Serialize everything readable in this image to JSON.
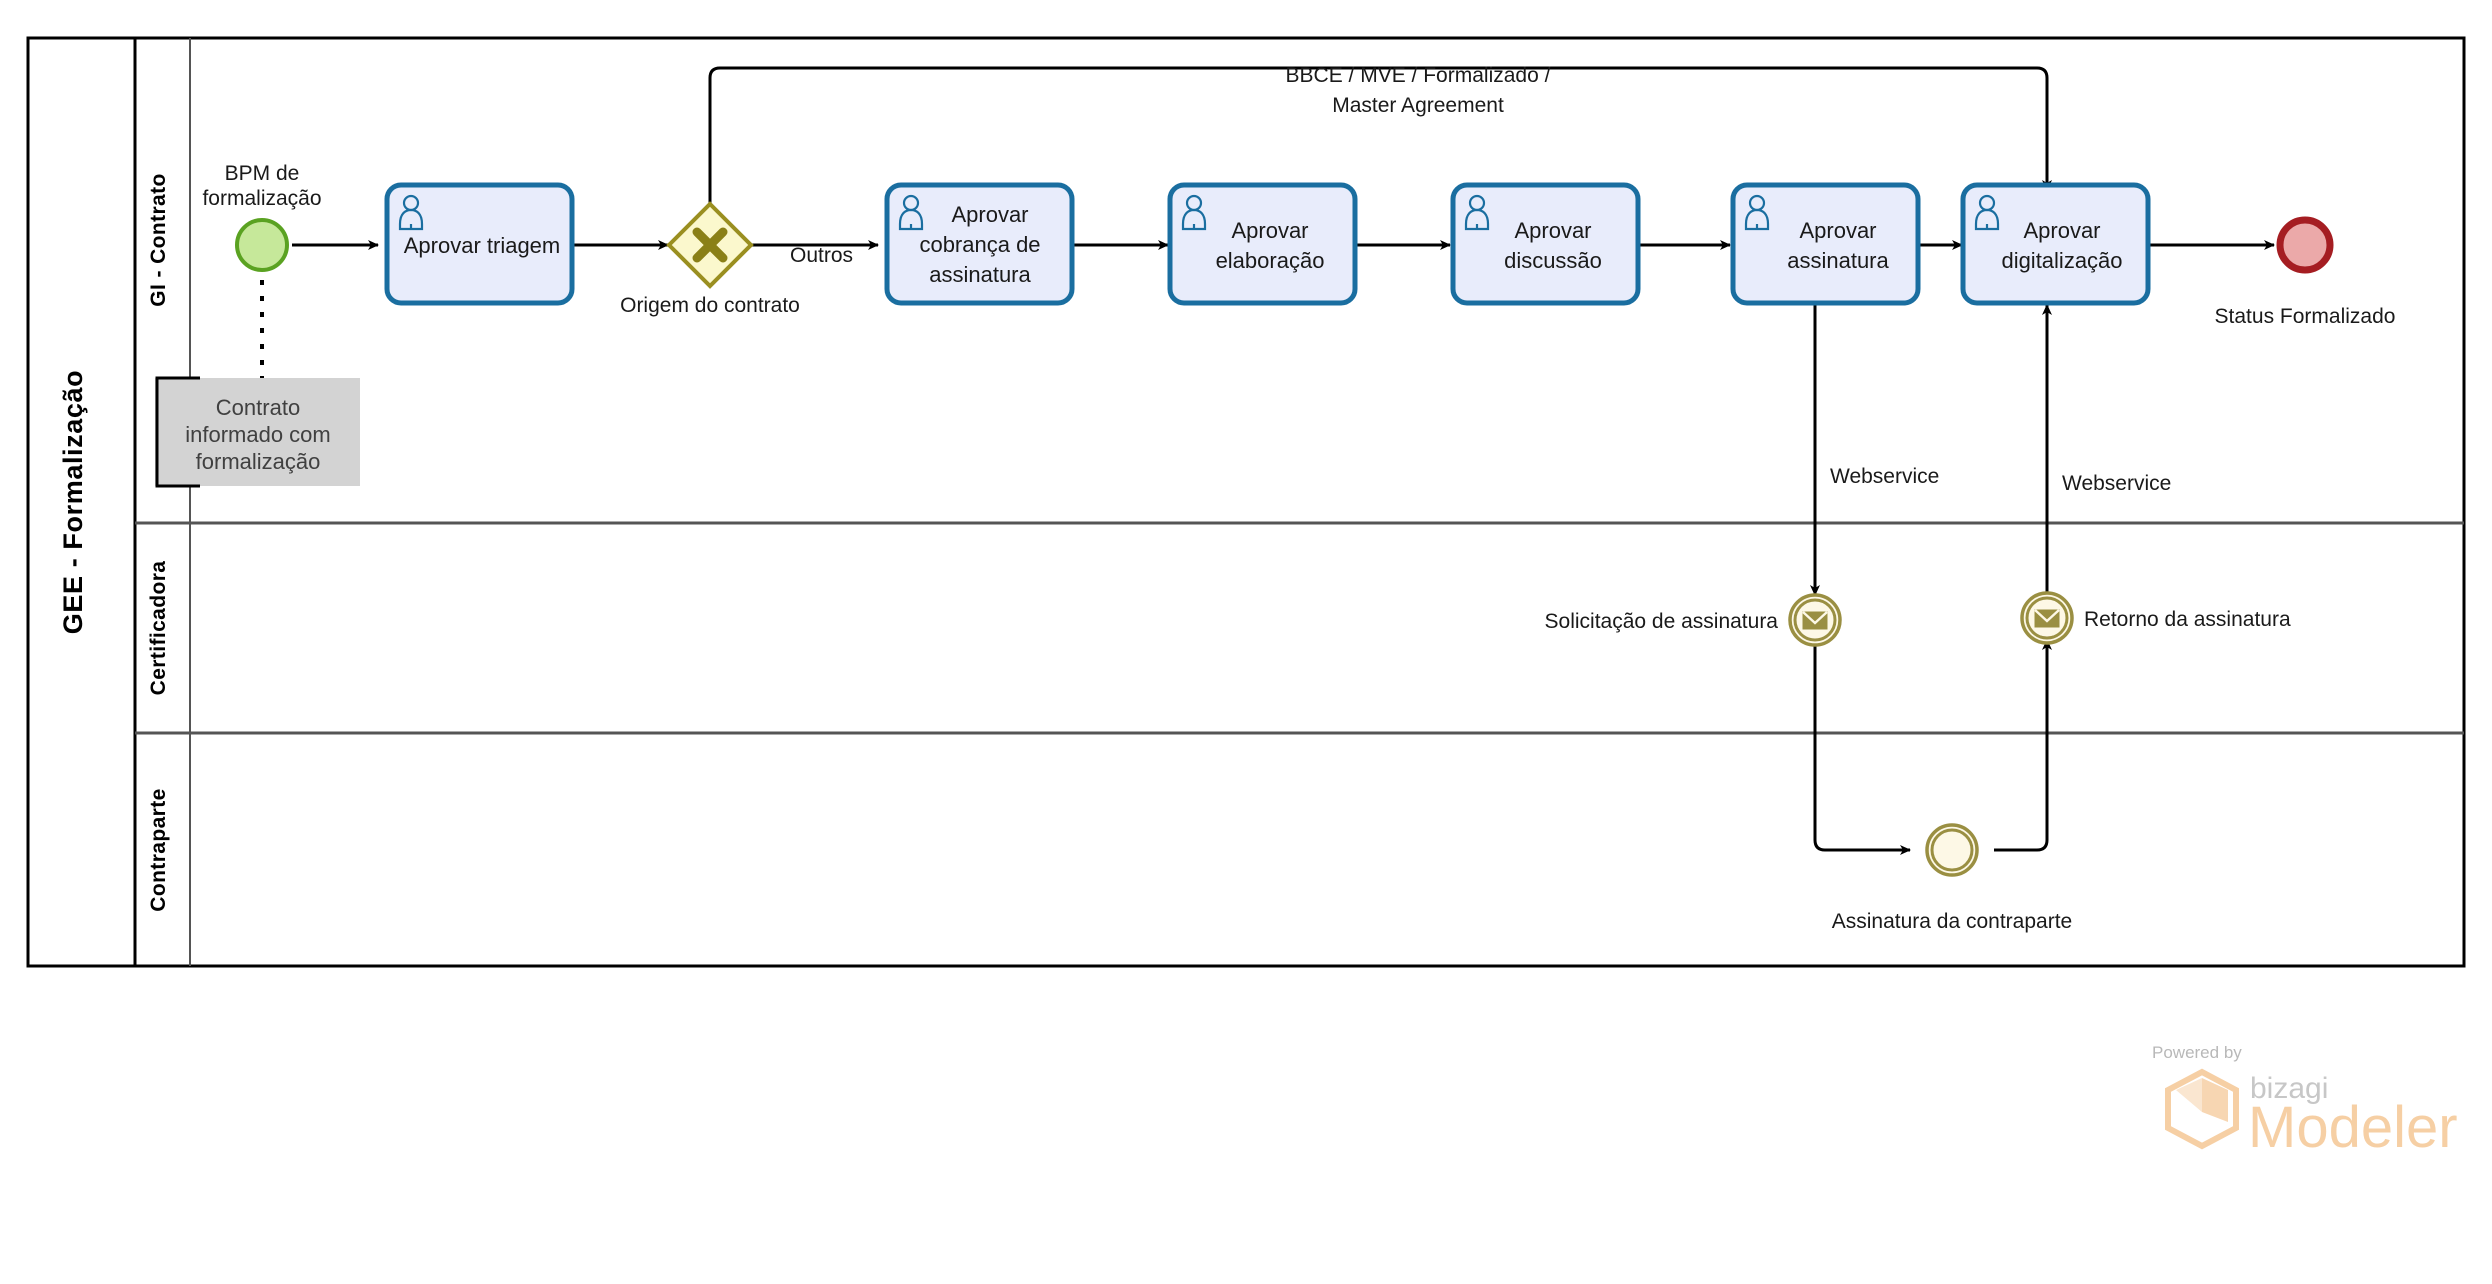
{
  "pool": {
    "title": "GEE - Formalização",
    "lanes": [
      {
        "id": "lane-gi-contrato",
        "label": "GI - Contrato"
      },
      {
        "id": "lane-certificadora",
        "label": "Certificadora"
      },
      {
        "id": "lane-contraparte",
        "label": "Contraparte"
      }
    ]
  },
  "events": {
    "start": {
      "label": "BPM de\nformalização",
      "label_line1": "BPM de",
      "label_line2": "formalização",
      "icon": "start-event-circle",
      "fill": "#c6e89a",
      "stroke": "#5aa221"
    },
    "end": {
      "label": "Status Formalizado",
      "icon": "end-event-circle",
      "fill": "#eba9a9",
      "stroke": "#a51d22"
    },
    "msg_request": {
      "label": "Solicitação de assinatura",
      "icon": "message-intermediate-event-icon",
      "fill": "#fdf8e6",
      "stroke": "#9a8f42"
    },
    "msg_return": {
      "label": "Retorno da assinatura",
      "icon": "message-intermediate-event-icon",
      "fill": "#fdf8e6",
      "stroke": "#9a8f42"
    },
    "counterparty_signature": {
      "label": "Assinatura da contraparte",
      "icon": "intermediate-event-icon",
      "fill": "#fdf8e6",
      "stroke": "#9a8f42"
    }
  },
  "gateway": {
    "label": "Origem do contrato",
    "icon": "exclusive-gateway-icon",
    "fill": "#fbf8cd",
    "stroke": "#9a8f20"
  },
  "tasks": [
    {
      "id": "task-aprovar-triagem",
      "icon": "user-task-icon",
      "lines": [
        "Aprovar triagem"
      ]
    },
    {
      "id": "task-aprovar-cobranca",
      "icon": "user-task-icon",
      "lines": [
        "Aprovar",
        "cobrança de",
        "assinatura"
      ]
    },
    {
      "id": "task-aprovar-elaboracao",
      "icon": "user-task-icon",
      "lines": [
        "Aprovar",
        "elaboração"
      ]
    },
    {
      "id": "task-aprovar-discussao",
      "icon": "user-task-icon",
      "lines": [
        "Aprovar",
        "discussão"
      ]
    },
    {
      "id": "task-aprovar-assinatura",
      "icon": "user-task-icon",
      "lines": [
        "Aprovar",
        "assinatura"
      ]
    },
    {
      "id": "task-aprovar-digitalizacao",
      "icon": "user-task-icon",
      "lines": [
        "Aprovar",
        "digitalização"
      ]
    }
  ],
  "flow_labels": {
    "outros": "Outros",
    "bbce_line1": "BBCE / MVE / Formalizado /",
    "bbce_line2": "Master Agreement",
    "webservice_1": "Webservice",
    "webservice_2": "Webservice"
  },
  "annotation": {
    "line1": "Contrato",
    "line2": "informado com",
    "line3": "formalização"
  },
  "watermark": {
    "powered_by": "Powered by",
    "bizagi": "bizagi",
    "modeler": "Modeler",
    "accent": "#f6cfa4"
  },
  "colors": {
    "task_fill": "#e8ecfb",
    "task_stroke": "#1a6ea0",
    "lane_border": "#555555",
    "pool_border": "#000000",
    "annotation_fill": "#d3d3d3",
    "flow_line": "#000000"
  }
}
